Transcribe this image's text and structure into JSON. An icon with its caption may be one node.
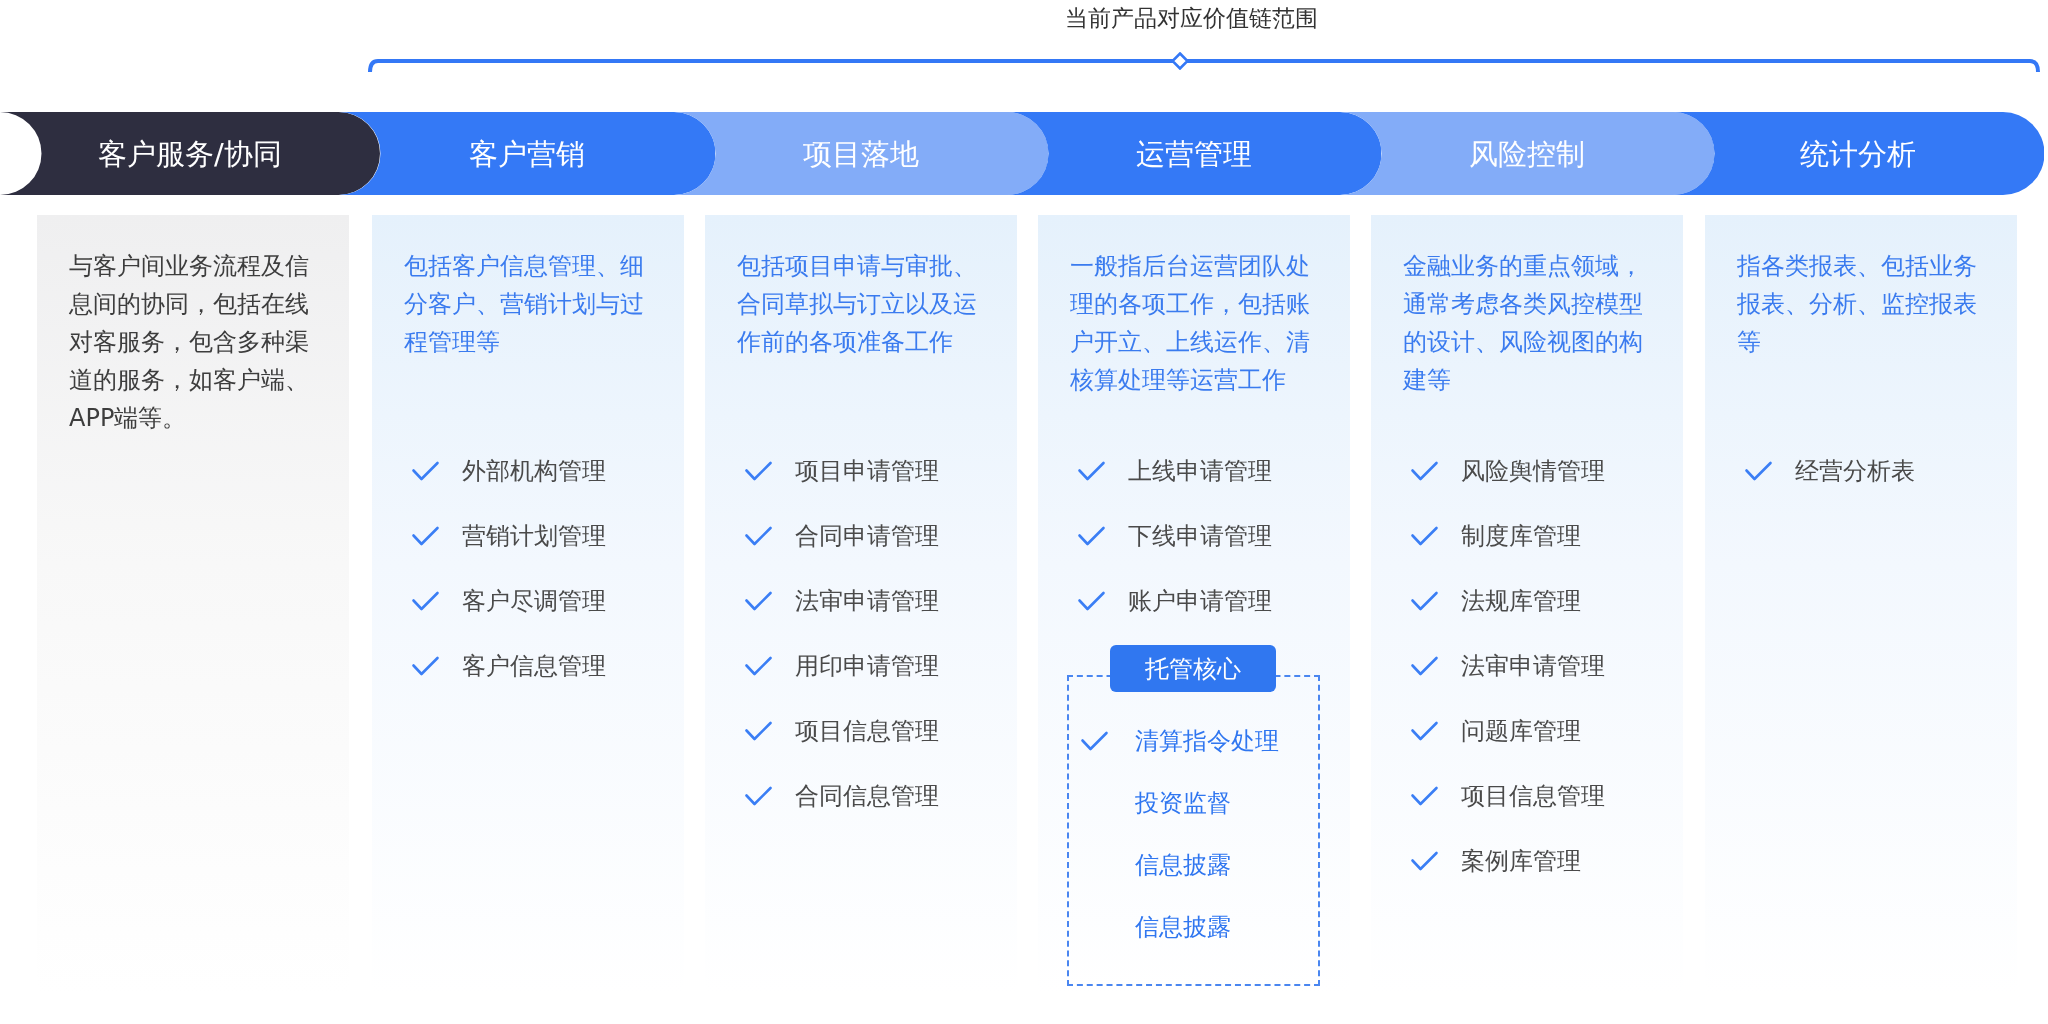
{
  "diagram": {
    "nodes": [
      {
        "text": [
          "客户服务/协同"
        ]
      },
      {
        "text": [
          "客户营销"
        ]
      },
      {
        "text": [
          "项目落地"
        ]
      },
      {
        "text": [
          "运营管理"
        ]
      },
      {
        "text": [
          "风险控制"
        ]
      },
      {
        "text": [
          "统计分析"
        ]
      },
      {
        "text": [
          "与客户间业务流程及信息间的协同，包括在线对客服务，包含多种渠道的服务，如客户端、APP端等。"
        ]
      },
      {
        "text": [
          "包括客户信息管理、细分客户、营销计划与过程管理等",
          "外部机构管理",
          "营销计划管理",
          "客户尽调管理",
          "客户信息管理"
        ]
      },
      {
        "text": [
          "包括项目申请与审批、合同草拟与订立以及运作前的各项准备工作",
          "项目申请管理",
          "合同申请管理",
          "法审申请管理",
          "用印申请管理",
          "项目信息管理",
          "合同信息管理"
        ]
      },
      {
        "text": [
          "一般指后台运营团队处理的各项工作，包括账户开立、上线运作、清核算处理等运营工作",
          "上线申请管理",
          "下线申请管理",
          "账户申请管理"
        ]
      },
      {
        "text": [
          "托管核心"
        ],
        "in": 9
      },
      {
        "text": [
          "清算指令处理",
          "投资监督",
          "信息披露",
          "信息披露"
        ],
        "in": 9
      },
      {
        "text": [
          "金融业务的重点领域，通常考虑各类风控模型的设计、风险视图的构建等",
          "风险舆情管理",
          "制度库管理",
          "法规库管理",
          "法审申请管理",
          "问题库管理",
          "项目信息管理",
          "案例库管理"
        ]
      },
      {
        "text": [
          "指各类报表、包括业务报表、分析、监控报表等",
          "经营分析表"
        ]
      }
    ],
    "labels": [
      "当前产品对应价值链范围"
    ]
  }
}
